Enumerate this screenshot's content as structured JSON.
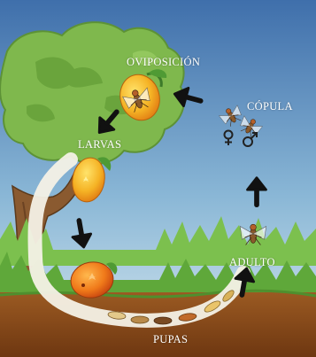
{
  "diagram": {
    "stages": {
      "oviposition": "OVIPOSICIÓN",
      "larvae": "LARVAS",
      "pupae": "PUPAS",
      "adult": "ADULTO",
      "mating": "CÓPULA"
    },
    "colors": {
      "sky_top": "#3f6fab",
      "sky_bottom": "#cfe3ef",
      "foliage": "#7fb84d",
      "grass": "#5fa83a",
      "soil": "#8a4a1c",
      "arrow": "#111111",
      "mango": "#f2a81d"
    },
    "icons": [
      "mango-with-fly-icon",
      "mango-icon",
      "rotting-mango-icon",
      "fly-icon",
      "mating-flies-icon",
      "female-symbol-icon",
      "male-symbol-icon",
      "pupa-icon"
    ]
  }
}
